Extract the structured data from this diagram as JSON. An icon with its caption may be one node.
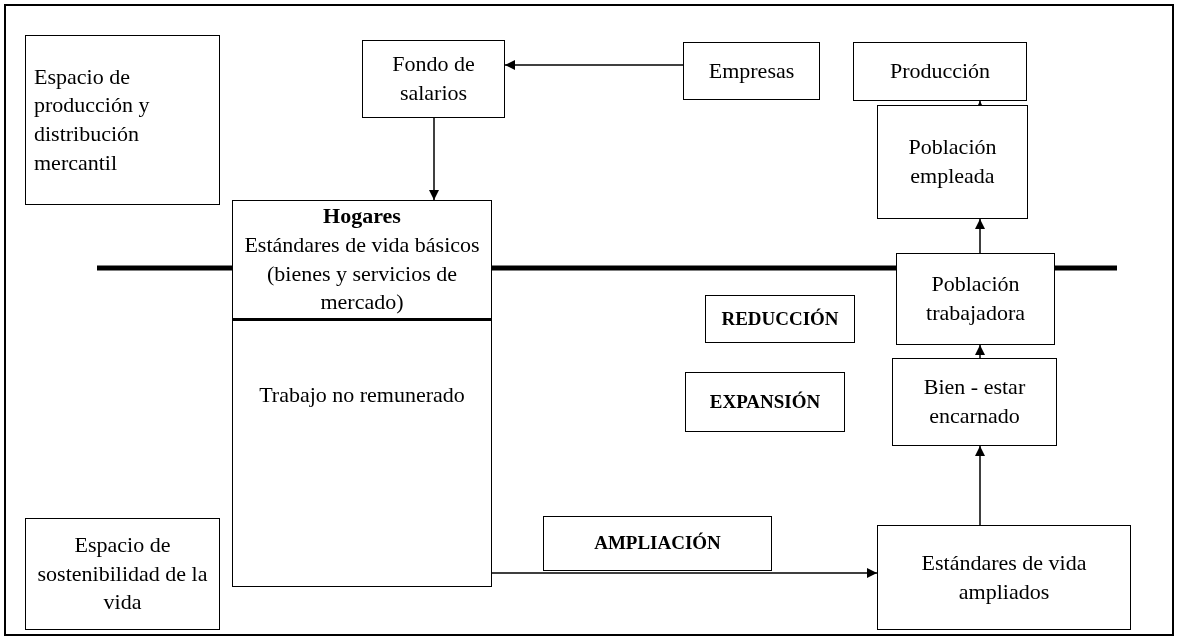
{
  "diagram": {
    "nodes": [
      {
        "text": [
          "Espacio de producción y distribución mercantil"
        ]
      },
      {
        "text": [
          "Fondo de salarios"
        ]
      },
      {
        "text": [
          "Empresas"
        ]
      },
      {
        "text": [
          "Producción"
        ]
      },
      {
        "text": [
          "Población empleada"
        ]
      },
      {
        "text": [
          "Hogares",
          "Estándares de vida básicos (bienes y servicios de mercado)",
          "Trabajo no remunerado"
        ]
      },
      {
        "text": [
          "Población trabajadora"
        ]
      },
      {
        "text": [
          "REDUCCIÓN"
        ]
      },
      {
        "text": [
          "Bien - estar encarnado"
        ]
      },
      {
        "text": [
          "EXPANSIÓN"
        ]
      },
      {
        "text": [
          "AMPLIACIÓN"
        ]
      },
      {
        "text": [
          "Espacio de sostenibilidad de la vida"
        ]
      },
      {
        "text": [
          "Estándares de vida ampliados"
        ]
      }
    ],
    "edges": [
      {
        "from": 2,
        "to": 1,
        "arrow": "to"
      },
      {
        "from": 1,
        "to": 5,
        "arrow": "to"
      },
      {
        "from": 4,
        "to": 3,
        "arrow": "to"
      },
      {
        "from": 6,
        "to": 4,
        "arrow": "to"
      },
      {
        "from": 8,
        "to": 6,
        "arrow": "to"
      },
      {
        "from": 12,
        "to": 8,
        "arrow": "to"
      },
      {
        "from": 5,
        "to": 12,
        "arrow": "to"
      }
    ]
  }
}
